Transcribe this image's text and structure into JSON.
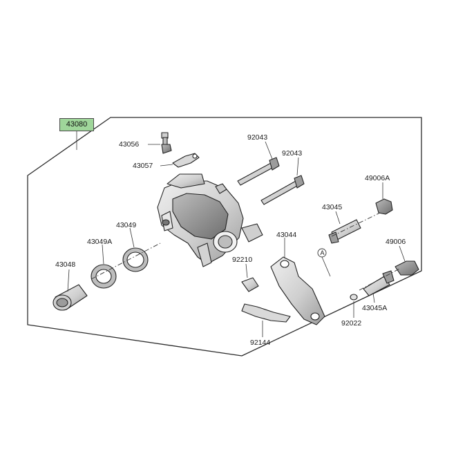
{
  "colors": {
    "assembly_highlight": "#9fd69a",
    "part_fill": "#d9d9d9",
    "part_shade": "#9a9a9a",
    "part_dark": "#5a5a5a",
    "outline": "#2b2b2b",
    "text": "#1a1a1a"
  },
  "assembly": {
    "part_number": "43080"
  },
  "callouts": {
    "c43056": "43056",
    "c43057": "43057",
    "c92043a": "92043",
    "c92043b": "92043",
    "c49006A": "49006A",
    "c43045": "43045",
    "c43049": "43049",
    "c43049A": "43049A",
    "c43044": "43044",
    "c49006": "49006",
    "c43048": "43048",
    "c92210": "92210",
    "c43045A": "43045A",
    "c92022": "92022",
    "c92144": "92144"
  },
  "reference_marker": {
    "letter": "A"
  }
}
